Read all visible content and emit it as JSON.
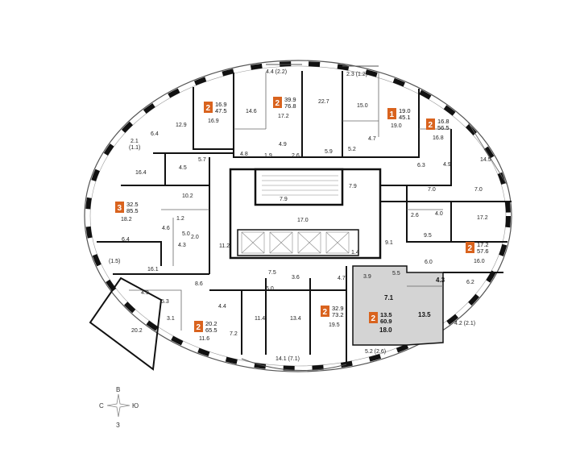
{
  "colors": {
    "badge": "#d9631e",
    "highlight": "#d4d4d4",
    "wall": "#111111"
  },
  "apartments": [
    {
      "id": "a1",
      "rooms": "2",
      "area1": "16.9",
      "area2": "47.5"
    },
    {
      "id": "a2",
      "rooms": "2",
      "area1": "39.9",
      "area2": "76.8"
    },
    {
      "id": "a3",
      "rooms": "1",
      "area1": "19.0",
      "area2": "45.1"
    },
    {
      "id": "a4",
      "rooms": "2",
      "area1": "16.8",
      "area2": "56.5"
    },
    {
      "id": "a5",
      "rooms": "3",
      "area1": "32.5",
      "area2": "85.5"
    },
    {
      "id": "a6",
      "rooms": "2",
      "area1": "17.2",
      "area2": "57.6"
    },
    {
      "id": "a7",
      "rooms": "2",
      "area1": "20.2",
      "area2": "65.5"
    },
    {
      "id": "a8",
      "rooms": "2",
      "area1": "32.9",
      "area2": "73.2"
    },
    {
      "id": "a9",
      "rooms": "2",
      "area1": "13.5",
      "area2": "60.9"
    }
  ],
  "labels": [
    "4.4 (2.2)",
    "2.3 (1.2)",
    "14.6",
    "17.2",
    "22.7",
    "15.0",
    "19.0",
    "16.9",
    "12.9",
    "6.4",
    "2.1",
    "(1.1)",
    "5.7",
    "4.5",
    "4.8",
    "1.9",
    "4.9",
    "2.6",
    "5.9",
    "5.2",
    "4.7",
    "16.8",
    "14.5",
    "6.3",
    "4.9",
    "16.4",
    "10.2",
    "7.9",
    "7.9",
    "7.0",
    "7.0",
    "18.2",
    "1.2",
    "4.6",
    "5.0",
    "4.3",
    "6.4",
    "2.0",
    "17.0",
    "2.6",
    "4.0",
    "17.2",
    "11.2",
    "9.5",
    "9.1",
    "(1.5)",
    "16.1",
    "1.4",
    "6.0",
    "16.0",
    "3.9",
    "5.5",
    "4.3",
    "6.2",
    "7.5",
    "3.6",
    "4.7",
    "8.6",
    "6.0",
    "4.9",
    "5.3",
    "4.4",
    "3.1",
    "11.4",
    "13.4",
    "19.5",
    "13.5",
    "4.2 (2.1)",
    "20.2",
    "11.6",
    "7.2",
    "5.2 (2.6)",
    "14.1 (7.1)",
    "7.1",
    "18.0"
  ],
  "compass": {
    "n": "В",
    "s": "З",
    "w": "С",
    "e": "Ю"
  }
}
